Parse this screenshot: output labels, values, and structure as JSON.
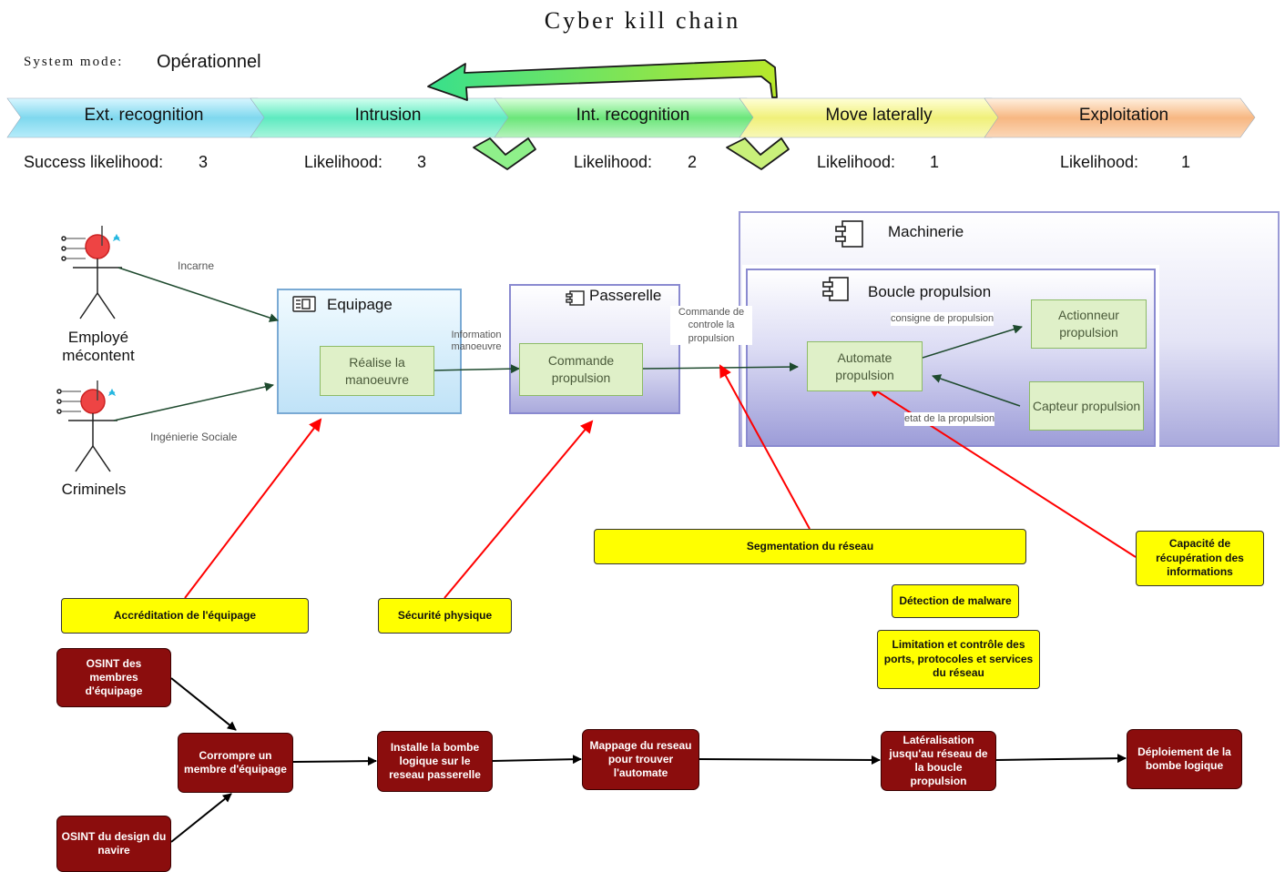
{
  "title": "Cyber kill chain",
  "system_mode": {
    "label": "System mode:",
    "value": "Opérationnel"
  },
  "phases": [
    {
      "name": "Ext. recognition",
      "likelihood_label": "Success likelihood:",
      "likelihood": "3",
      "color": "#7fd8ee"
    },
    {
      "name": "Intrusion",
      "likelihood_label": "Likelihood:",
      "likelihood": "3",
      "color": "#5eeac0"
    },
    {
      "name": "Int. recognition",
      "likelihood_label": "Likelihood:",
      "likelihood": "2",
      "color": "#6be67a"
    },
    {
      "name": "Move laterally",
      "likelihood_label": "Likelihood:",
      "likelihood": "1",
      "color": "#f0f07a"
    },
    {
      "name": "Exploitation",
      "likelihood_label": "Likelihood:",
      "likelihood": "1",
      "color": "#f7b782"
    }
  ],
  "actors": {
    "employee": "Employé mécontent",
    "criminals": "Criminels"
  },
  "architecture": {
    "equipage": {
      "title": "Equipage",
      "action": "Réalise la manoeuvre"
    },
    "passerelle": {
      "title": "Passerelle",
      "action": "Commande propulsion"
    },
    "machinerie": {
      "title": "Machinerie"
    },
    "boucle": {
      "title": "Boucle propulsion"
    },
    "automate": "Automate propulsion",
    "actionneur": "Actionneur propulsion",
    "capteur": "Capteur propulsion",
    "flows": {
      "incarne": "Incarne",
      "ingenierie": "Ingénierie Sociale",
      "information": "Information manoeuvre",
      "commande": "Commande de controle la propulsion",
      "consigne": "consigne de propulsion",
      "etat": "etat de la propulsion"
    }
  },
  "defenses": {
    "accreditation": "Accréditation de l'équipage",
    "securite": "Sécurité physique",
    "segmentation": "Segmentation du réseau",
    "detection": "Détection de malware",
    "limitation": "Limitation et contrôle des ports, protocoles et services du réseau",
    "capacite": "Capacité de récupération des informations"
  },
  "attack_steps": {
    "osint_membres": "OSINT des membres d'équipage",
    "osint_design": "OSINT du design du navire",
    "corrompre": "Corrompre un membre d'équipage",
    "installe": "Installe la bombe logique sur le reseau passerelle",
    "mappage": "Mappage du reseau pour trouver l'automate",
    "lateralisation": "Latéralisation jusqu'au réseau de la boucle propulsion",
    "deploiement": "Déploiement de la bombe logique"
  },
  "colors": {
    "defense": "#ffff00",
    "attack": "#8b0d0d",
    "component": "#dff0c8",
    "mitigation_arrow": "#ff0000"
  }
}
